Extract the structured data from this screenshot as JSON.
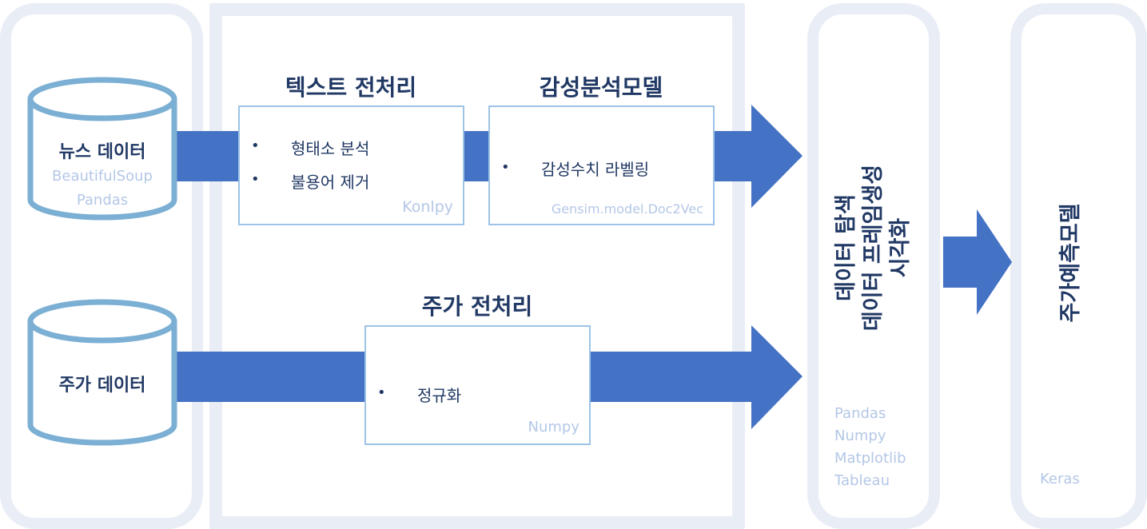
{
  "colors": {
    "arrow": "#4472c4",
    "panel_border": "#e9edf6",
    "box_border": "#9dc3e6",
    "title_text": "#203864",
    "library_text": "#b4c7e7",
    "cylinder_stroke": "#7bafd4"
  },
  "data_sources": {
    "news": {
      "label": "뉴스 데이터",
      "libraries": [
        "BeautifulSoup",
        "Pandas"
      ]
    },
    "stock": {
      "label": "주가 데이터"
    }
  },
  "text_preprocessing": {
    "title": "텍스트 전처리",
    "items": [
      "형태소 분석",
      "불용어 제거"
    ],
    "library": "Konlpy"
  },
  "sentiment_model": {
    "title": "감성분석모델",
    "items": [
      "감성수치 라벨링"
    ],
    "library": "Gensim.model.Doc2Vec"
  },
  "stock_preprocessing": {
    "title": "주가 전처리",
    "items": [
      "정규화"
    ],
    "library": "Numpy"
  },
  "exploration": {
    "title_lines": [
      "데이터 탐색",
      "데이터 프레임생성",
      "시각화"
    ],
    "libraries": [
      "Pandas",
      "Numpy",
      "Matplotlib",
      "Tableau"
    ]
  },
  "prediction": {
    "title": "주가예측모델",
    "library": "Keras"
  },
  "bullet": "•"
}
